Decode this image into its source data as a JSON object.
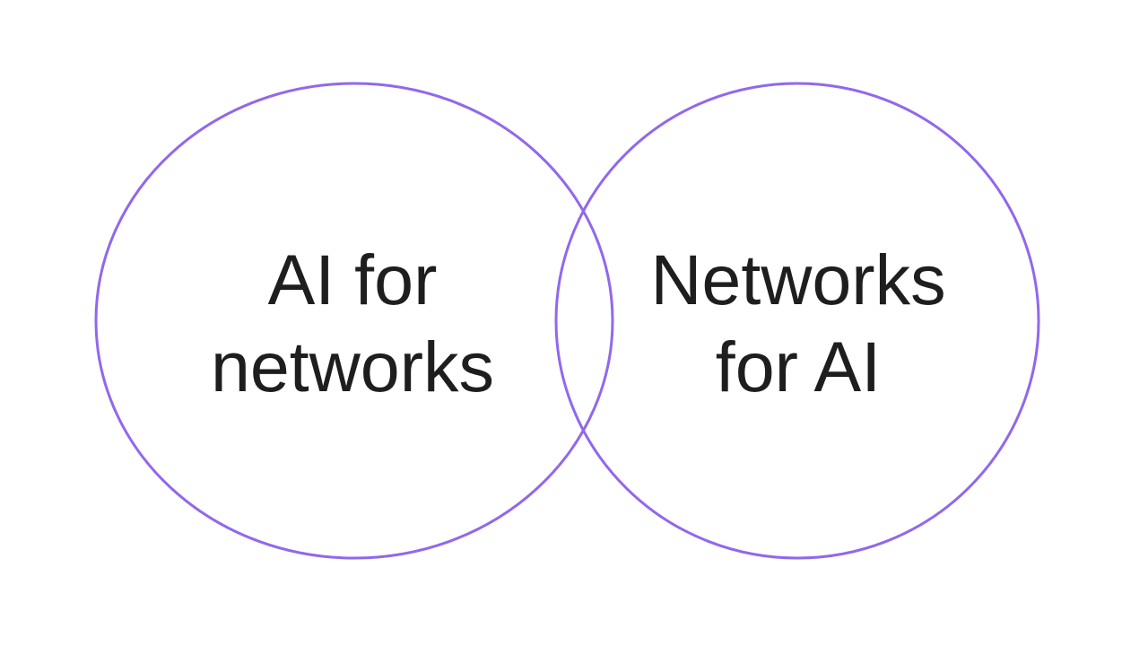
{
  "slide": {
    "background_color": "#ffffff",
    "venn": {
      "stroke_color": "#9168EC",
      "stroke_width": "3",
      "text_color": "#1e1e1e",
      "left_circle": {
        "line1": "AI for",
        "line2": "networks"
      },
      "right_circle": {
        "line1": "Networks",
        "line2": "for AI"
      }
    }
  }
}
